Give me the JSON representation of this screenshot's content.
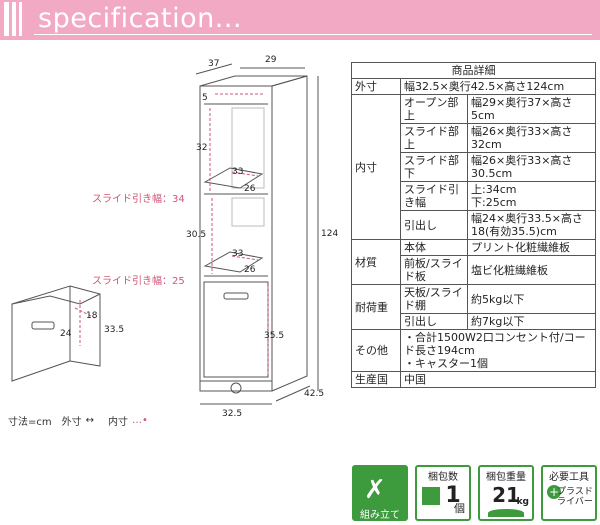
{
  "header": {
    "title": "specification..."
  },
  "drawing": {
    "dims": {
      "depth_top": "37",
      "width_top": "29",
      "height_total": "124",
      "top_offset": "5",
      "upper_open": "32",
      "slide_width_upper": "33",
      "slide_depth_upper": "26",
      "middle": "30.5",
      "slide_width_lower": "33",
      "slide_depth_lower": "26",
      "drawer_height": "35.5",
      "base_width": "32.5",
      "base_depth": "42.5",
      "drawer_w": "24",
      "drawer_h": "18",
      "drawer_d": "33.5"
    },
    "slide_label_upper": "スライド引き幅：34",
    "slide_label_lower": "スライド引き幅：25",
    "legend": {
      "unit": "寸法=cm",
      "outer": "外寸",
      "inner": "内寸"
    }
  },
  "spec": {
    "heading": "商品詳細",
    "rows": [
      {
        "cat": "外寸",
        "sub": "",
        "val": "幅32.5×奥行42.5×高さ124cm"
      },
      {
        "cat": "内寸",
        "sub": "オープン部上",
        "val": "幅29×奥行37×高さ5cm"
      },
      {
        "cat": "",
        "sub": "スライド部上",
        "val": "幅26×奥行33×高さ32cm"
      },
      {
        "cat": "",
        "sub": "スライド部下",
        "val": "幅26×奥行33×高さ30.5cm"
      },
      {
        "cat": "",
        "sub": "スライド引き幅",
        "val": "上:34cm\n下:25cm"
      },
      {
        "cat": "",
        "sub": "引出し",
        "val": "幅24×奥行33.5×高さ18(有効35.5)cm"
      },
      {
        "cat": "材質",
        "sub": "本体",
        "val": "プリント化粧繊維板"
      },
      {
        "cat": "",
        "sub": "前板/スライド板",
        "val": "塩ビ化粧繊維板"
      },
      {
        "cat": "耐荷重",
        "sub": "天板/スライド棚",
        "val": "約5kg以下"
      },
      {
        "cat": "",
        "sub": "引出し",
        "val": "約7kg以下"
      },
      {
        "cat": "その他",
        "sub": "",
        "val": "・合計1500W2口コンセント付/コード長さ194cm\n・キャスター1個"
      },
      {
        "cat": "生産国",
        "sub": "",
        "val": "中国"
      }
    ]
  },
  "icons": {
    "assembly": "組み立て",
    "pkg_count_label": "梱包数",
    "pkg_count": "1",
    "pkg_count_unit": "個",
    "pkg_weight_label": "梱包重量",
    "pkg_weight": "21",
    "pkg_weight_unit": "kg",
    "tool_label": "必要工具",
    "tool_name": "プラスドライバー"
  }
}
